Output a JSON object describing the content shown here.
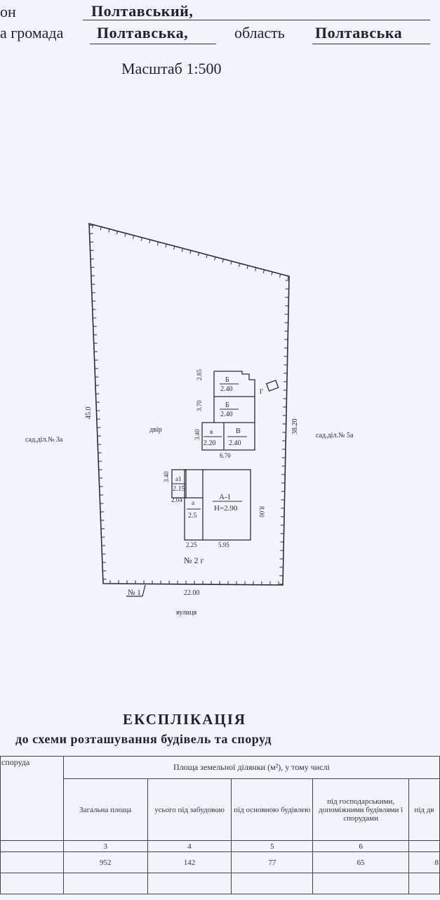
{
  "header": {
    "district_prefix": "он",
    "district_value": "Полтавський,",
    "community_prefix": "а громада",
    "community_value": "Полтавська,",
    "region_label": "область",
    "region_value": "Полтавська",
    "scale": "Масштаб 1:500"
  },
  "plan": {
    "left_neighbor": "сад.діл.№ 3а",
    "right_neighbor": "сад.діл.№ 5а",
    "yard_label": "двір",
    "street_label": "вулиця",
    "lot_number": "№ 2 г",
    "point_label": "№ 1",
    "dimensions": {
      "left_side": "45.0",
      "right_side": "38.20",
      "front_side": "22.00",
      "outbuild_h1": "2.85",
      "outbuild_h2": "3.70",
      "outbuild_h3": "3.40",
      "outbuild_w": "6.70",
      "house_ext_h": "3.40",
      "house_ext_w": "2.04",
      "house_side": "8.00",
      "house_front_a": "2.25",
      "house_front_b": "5.95"
    },
    "rooms": {
      "b1_letter": "Б",
      "b1_value": "2.40",
      "b2_letter": "Б",
      "b2_value": "2.40",
      "v_small_letter": "в",
      "v_small_value": "2.20",
      "v_letter": "В",
      "v_value": "2.40",
      "a1_letter": "а1",
      "a1_value": "2.15",
      "a_letter": "а",
      "a_value": "2.5",
      "main_letter": "А-1",
      "main_value": "Н=2.90",
      "small_mark": "Г"
    }
  },
  "explication": {
    "title": "ЕКСПЛІКАЦІЯ",
    "subtitle": "до схеми  розташування будівель та споруд",
    "col0_header": "споруда",
    "group_header": "Площа земельної ділянки (м²), у тому числі",
    "headers": [
      "Загальна площа",
      "усього під забудовою",
      "під основною будівлею",
      "під господарськими, допоміжними будівлями і спорудами",
      "під дв"
    ],
    "col_numbers": [
      "3",
      "4",
      "5",
      "6"
    ],
    "values": [
      "952",
      "142",
      "77",
      "65",
      "8"
    ]
  }
}
